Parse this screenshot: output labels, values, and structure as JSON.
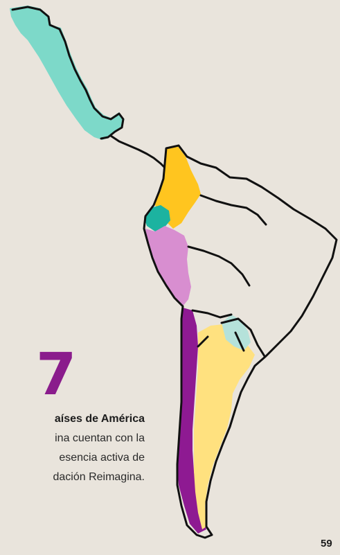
{
  "map": {
    "countries": [
      {
        "name": "México",
        "color": "#7dd9c9"
      },
      {
        "name": "Colombia",
        "color": "#ffc51f"
      },
      {
        "name": "Ecuador",
        "color": "#1cb3a0"
      },
      {
        "name": "Perú",
        "color": "#d88ed0"
      },
      {
        "name": "Chile",
        "color": "#8e1a92"
      },
      {
        "name": "Argentina",
        "color": "#ffe17f"
      },
      {
        "name": "Paraguay",
        "color": "#b5e2da"
      }
    ],
    "outline_color": "#111111",
    "background_color": "#e9e4dc"
  },
  "stat": {
    "number": "7",
    "heading": "aíses de América",
    "lines": [
      "ina cuentan con la",
      "esencia activa de",
      "dación Reimagina."
    ]
  },
  "page_number": "59"
}
